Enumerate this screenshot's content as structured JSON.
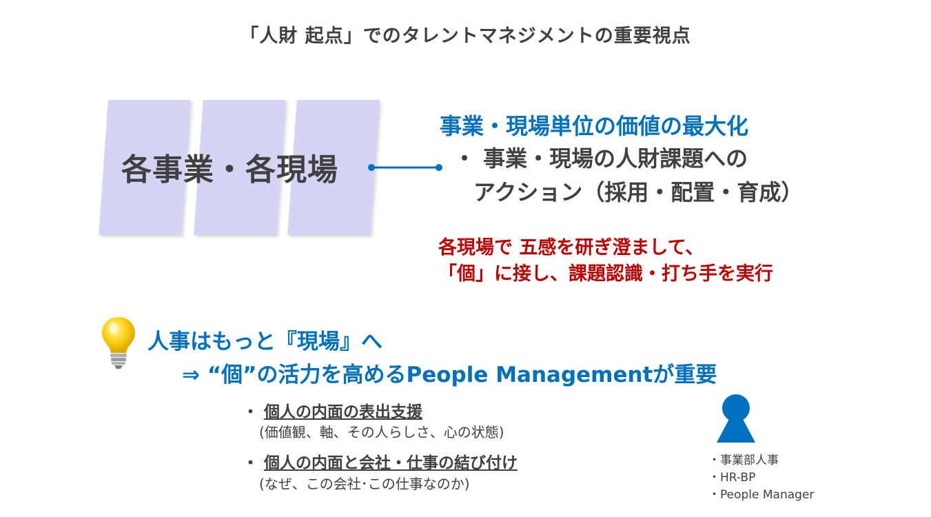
{
  "title": "「人財 起点」でのタレントマネジメントの重要視点",
  "left_label": "各事業・各現場",
  "right": {
    "heading": "事業・現場単位の価値の最大化",
    "bullet_line1": "・ 事業・現場の人財課題への",
    "bullet_line2": "アクション（採用・配置・育成）",
    "red_line1": "各現場で 五感を研ぎ澄まして、",
    "red_line2": "「個」に接し、課題認識・打ち手を実行"
  },
  "message": {
    "line1": "人事はもっと『現場』へ",
    "line2": "⇒ “個”の活力を高めるPeople Managementが重要"
  },
  "points": [
    {
      "bullet": "・",
      "title": "個人の内面の表出支援",
      "note": "(価値観、軸、その人らしさ、心の状態)"
    },
    {
      "bullet": "・",
      "title": "個人の内面と会社・仕事の結び付け",
      "note": "(なぜ、この会社･この仕事なのか)"
    }
  ],
  "roles": [
    "・事業部人事",
    "・HR-BP",
    "・People Manager"
  ],
  "icons": {
    "bulb": "lightbulb-icon",
    "person": "person-icon"
  },
  "colors": {
    "blue": "#0070c0",
    "red": "#c00000",
    "lavender": "#d5d4f4",
    "text": "#404040"
  }
}
